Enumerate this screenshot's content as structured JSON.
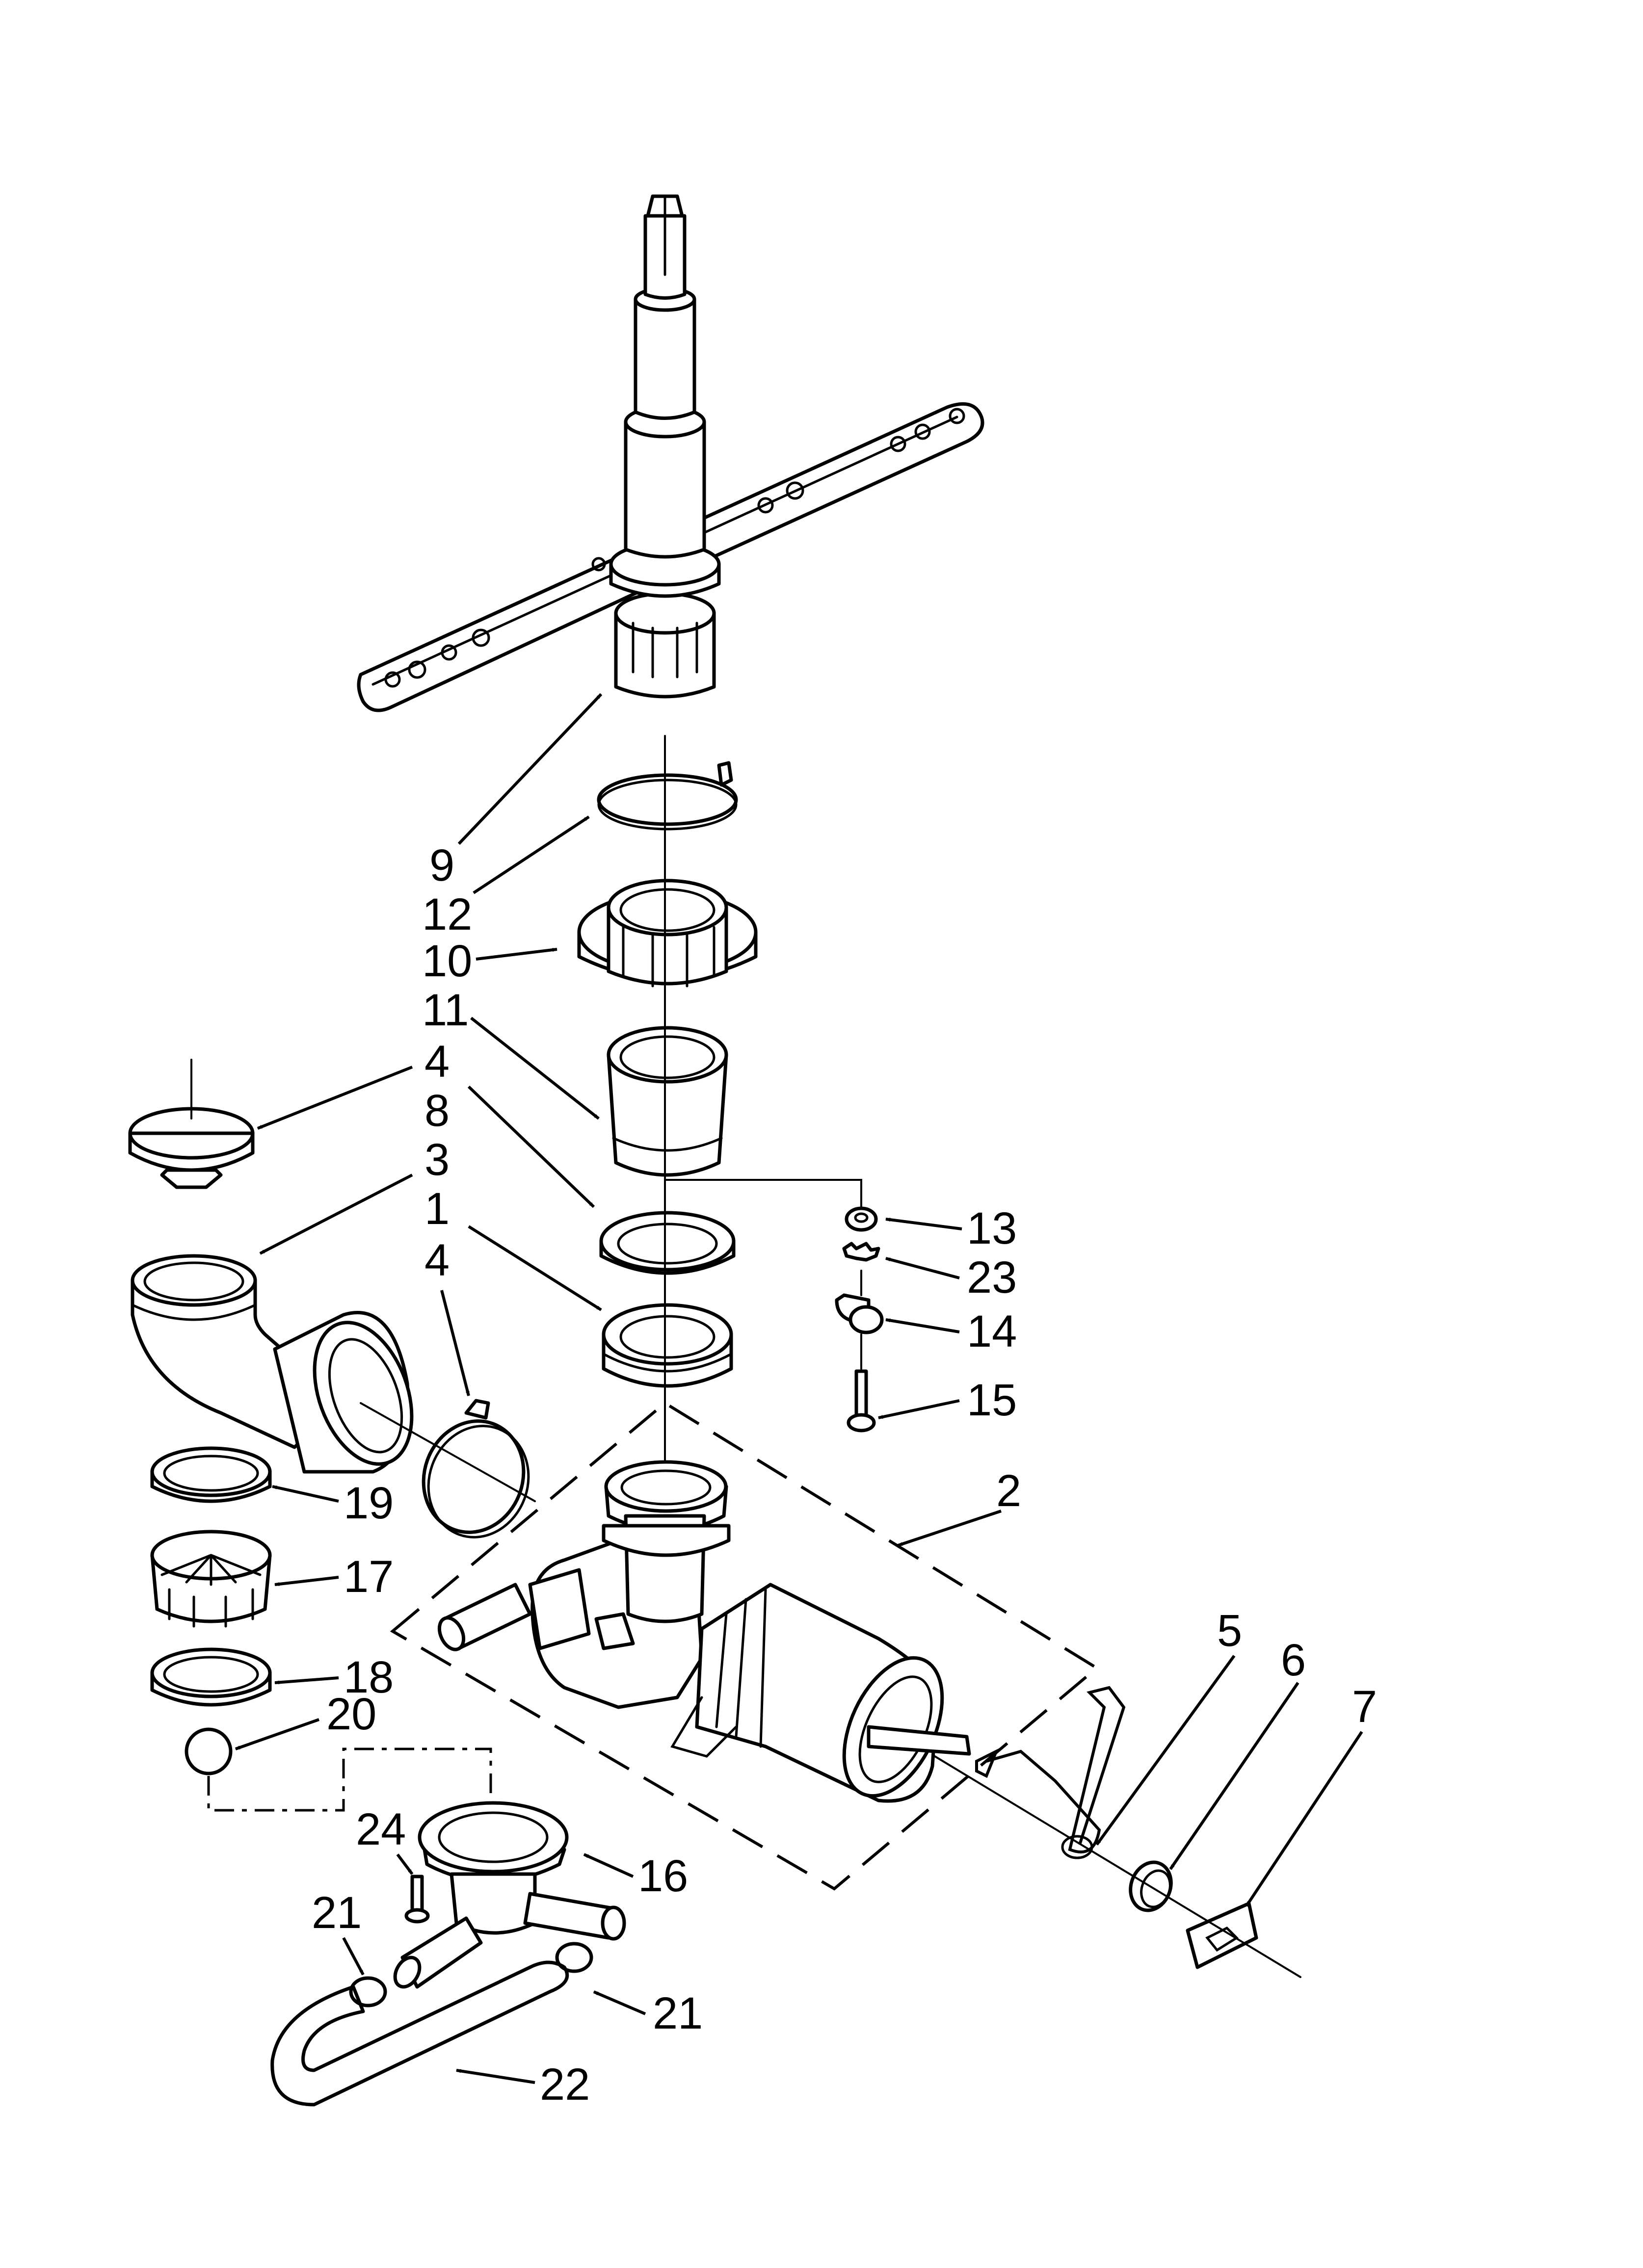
{
  "callouts": {
    "c1": "1",
    "c2": "2",
    "c3": "3",
    "c4a": "4",
    "c4b": "4",
    "c5": "5",
    "c6": "6",
    "c7": "7",
    "c8": "8",
    "c9": "9",
    "c10": "10",
    "c11": "11",
    "c12": "12",
    "c13": "13",
    "c14": "14",
    "c15": "15",
    "c16": "16",
    "c17": "17",
    "c18": "18",
    "c19": "19",
    "c20": "20",
    "c21a": "21",
    "c21b": "21",
    "c22": "22",
    "c23": "23",
    "c24": "24"
  }
}
